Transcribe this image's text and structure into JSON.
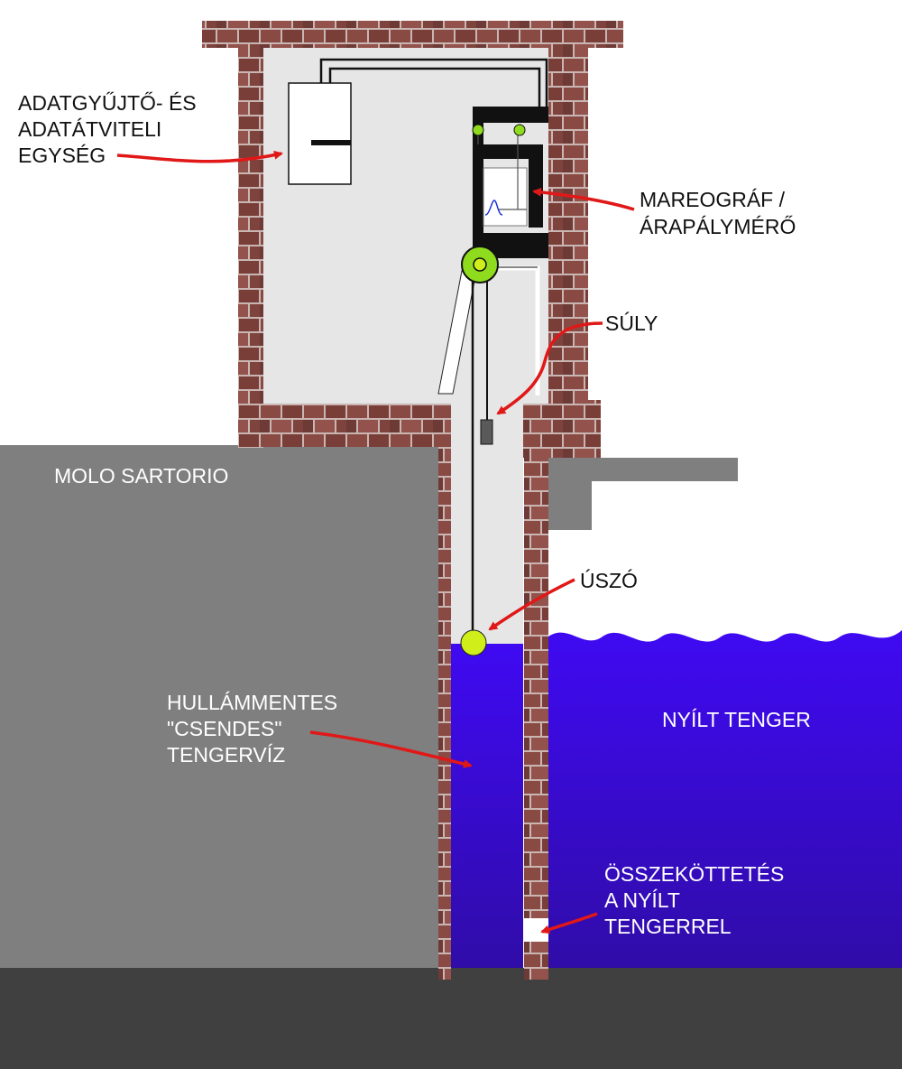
{
  "labels": {
    "data_unit": [
      "ADATGYŰJTŐ- ÉS",
      "ADATÁTVITELI",
      "EGYSÉG"
    ],
    "mareograph": [
      "MAREOGRÁF /",
      "ÁRAPÁLYMÉRŐ"
    ],
    "weight": "SÚLY",
    "pier": "MOLO SARTORIO",
    "float": "ÚSZÓ",
    "calm_water": [
      "HULLÁMMENTES",
      "\"CSENDES\"",
      "TENGERVÍZ"
    ],
    "open_sea": "NYÍLT TENGER",
    "connection": [
      "ÖSSZEKÖTTETÉS",
      "A NYÍLT",
      "TENGERREL"
    ]
  },
  "colors": {
    "brick": "#8a4a44",
    "mortar": "#c9b6b2",
    "interior": "#e6e6e6",
    "pier": "#7f7f7f",
    "ground": "#404040",
    "sea_top": "#3f0af2",
    "sea_bottom": "#300ca8",
    "float_ball": "#cfee1a",
    "pulley": "#8fdb1e",
    "arrow": "#e01818",
    "label_dark": "#111111",
    "label_light": "#ffffff"
  },
  "icons": {
    "float": "float-ball-icon",
    "pulley": "pulley-icon",
    "weight": "counterweight-icon",
    "arrow": "red-arrow-icon"
  }
}
